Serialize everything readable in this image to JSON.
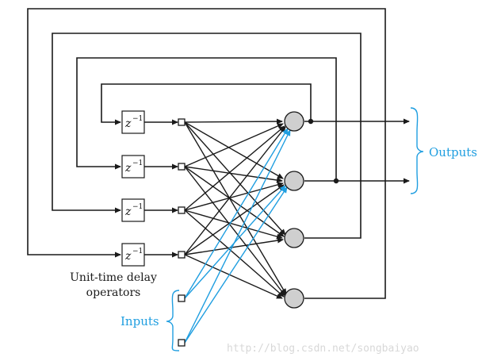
{
  "diagram": {
    "delay_symbol": "z",
    "delay_exponent": "−1",
    "delay_label_line1": "Unit-time delay",
    "delay_label_line2": "operators",
    "inputs_label": "Inputs",
    "outputs_label": "Outputs",
    "watermark": "http://blog.csdn.net/songbaiyao",
    "colors": {
      "lines": "#1a1a1a",
      "input_lines": "#1f9ee0",
      "neuron_fill": "#cfcfcf"
    }
  }
}
